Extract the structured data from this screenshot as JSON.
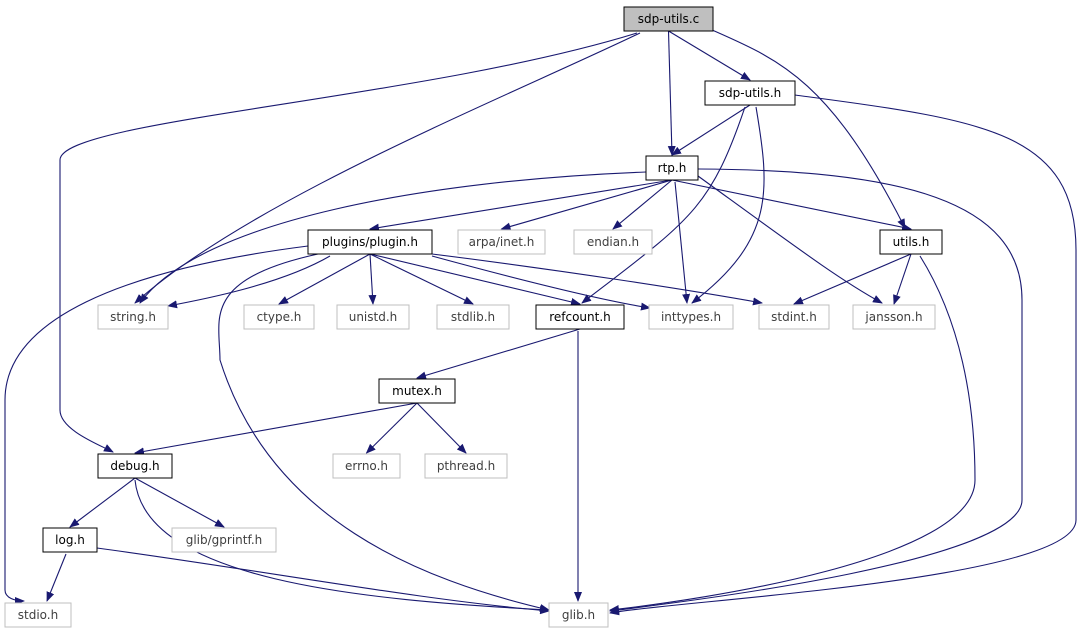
{
  "colors": {
    "edge": "#191970",
    "border_local": "#000000",
    "border_system": "#bfbfbf",
    "text_local": "#000000",
    "text_system": "#3f3f3f",
    "root_fill": "#bfbfbf",
    "fill": "#ffffff"
  },
  "nodes": [
    {
      "id": "sdp_utils_c",
      "label": "sdp-utils.c",
      "kind": "root"
    },
    {
      "id": "sdp_utils_h",
      "label": "sdp-utils.h",
      "kind": "local"
    },
    {
      "id": "rtp_h",
      "label": "rtp.h",
      "kind": "local"
    },
    {
      "id": "plugin_h",
      "label": "plugins/plugin.h",
      "kind": "local"
    },
    {
      "id": "arpa_inet_h",
      "label": "arpa/inet.h",
      "kind": "system"
    },
    {
      "id": "endian_h",
      "label": "endian.h",
      "kind": "system"
    },
    {
      "id": "utils_h",
      "label": "utils.h",
      "kind": "local"
    },
    {
      "id": "string_h",
      "label": "string.h",
      "kind": "system"
    },
    {
      "id": "ctype_h",
      "label": "ctype.h",
      "kind": "system"
    },
    {
      "id": "unistd_h",
      "label": "unistd.h",
      "kind": "system"
    },
    {
      "id": "stdlib_h",
      "label": "stdlib.h",
      "kind": "system"
    },
    {
      "id": "refcount_h",
      "label": "refcount.h",
      "kind": "local"
    },
    {
      "id": "inttypes_h",
      "label": "inttypes.h",
      "kind": "system"
    },
    {
      "id": "stdint_h",
      "label": "stdint.h",
      "kind": "system"
    },
    {
      "id": "jansson_h",
      "label": "jansson.h",
      "kind": "system"
    },
    {
      "id": "mutex_h",
      "label": "mutex.h",
      "kind": "local"
    },
    {
      "id": "debug_h",
      "label": "debug.h",
      "kind": "local"
    },
    {
      "id": "errno_h",
      "label": "errno.h",
      "kind": "system"
    },
    {
      "id": "pthread_h",
      "label": "pthread.h",
      "kind": "system"
    },
    {
      "id": "gprintf_h",
      "label": "glib/gprintf.h",
      "kind": "system"
    },
    {
      "id": "log_h",
      "label": "log.h",
      "kind": "local"
    },
    {
      "id": "stdio_h",
      "label": "stdio.h",
      "kind": "system"
    },
    {
      "id": "glib_h",
      "label": "glib.h",
      "kind": "system"
    }
  ],
  "edges": [
    [
      "sdp_utils_c",
      "sdp_utils_h"
    ],
    [
      "sdp_utils_c",
      "rtp_h"
    ],
    [
      "sdp_utils_c",
      "utils_h"
    ],
    [
      "sdp_utils_c",
      "string_h"
    ],
    [
      "sdp_utils_c",
      "debug_h"
    ],
    [
      "sdp_utils_h",
      "rtp_h"
    ],
    [
      "sdp_utils_h",
      "refcount_h"
    ],
    [
      "sdp_utils_h",
      "inttypes_h"
    ],
    [
      "sdp_utils_h",
      "glib_h"
    ],
    [
      "rtp_h",
      "plugin_h"
    ],
    [
      "rtp_h",
      "arpa_inet_h"
    ],
    [
      "rtp_h",
      "endian_h"
    ],
    [
      "rtp_h",
      "utils_h"
    ],
    [
      "rtp_h",
      "string_h"
    ],
    [
      "rtp_h",
      "inttypes_h"
    ],
    [
      "rtp_h",
      "jansson_h"
    ],
    [
      "rtp_h",
      "glib_h"
    ],
    [
      "plugin_h",
      "string_h"
    ],
    [
      "plugin_h",
      "ctype_h"
    ],
    [
      "plugin_h",
      "unistd_h"
    ],
    [
      "plugin_h",
      "stdlib_h"
    ],
    [
      "plugin_h",
      "refcount_h"
    ],
    [
      "plugin_h",
      "inttypes_h"
    ],
    [
      "plugin_h",
      "stdint_h"
    ],
    [
      "plugin_h",
      "stdio_h"
    ],
    [
      "plugin_h",
      "glib_h"
    ],
    [
      "utils_h",
      "stdint_h"
    ],
    [
      "utils_h",
      "jansson_h"
    ],
    [
      "utils_h",
      "glib_h"
    ],
    [
      "refcount_h",
      "mutex_h"
    ],
    [
      "refcount_h",
      "glib_h"
    ],
    [
      "mutex_h",
      "debug_h"
    ],
    [
      "mutex_h",
      "errno_h"
    ],
    [
      "mutex_h",
      "pthread_h"
    ],
    [
      "debug_h",
      "log_h"
    ],
    [
      "debug_h",
      "gprintf_h"
    ],
    [
      "debug_h",
      "glib_h"
    ],
    [
      "log_h",
      "stdio_h"
    ],
    [
      "log_h",
      "glib_h"
    ]
  ]
}
